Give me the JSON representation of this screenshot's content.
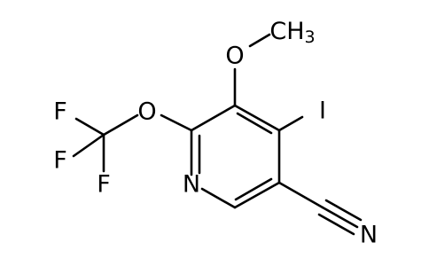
{
  "molecule": {
    "atoms": {
      "fluorine_top": "F",
      "fluorine_mid": "F",
      "fluorine_bottom": "F",
      "oxygen_trifluoromethoxy": "O",
      "oxygen_methoxy": "O",
      "methyl": "CH",
      "methyl_subscript": "3",
      "iodine": "I",
      "ring_nitrogen": "N",
      "nitrile_nitrogen": "N"
    }
  }
}
